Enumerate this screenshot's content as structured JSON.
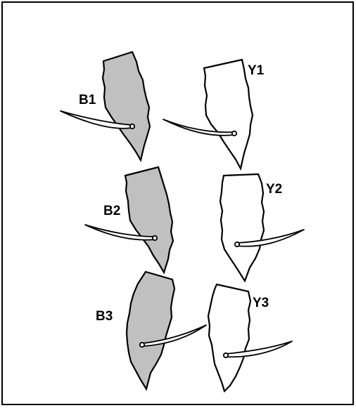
{
  "colors": {
    "frame": "#000000",
    "background": "#ffffff",
    "grey_boat_fill": "#c0c0c0",
    "white_boat_fill": "#ffffff"
  },
  "boats": [
    {
      "id": "B1",
      "label": "B1",
      "fill": "grey"
    },
    {
      "id": "B2",
      "label": "B2",
      "fill": "grey"
    },
    {
      "id": "B3",
      "label": "B3",
      "fill": "grey"
    },
    {
      "id": "Y1",
      "label": "Y1",
      "fill": "white"
    },
    {
      "id": "Y2",
      "label": "Y2",
      "fill": "white"
    },
    {
      "id": "Y3",
      "label": "Y3",
      "fill": "white"
    }
  ]
}
